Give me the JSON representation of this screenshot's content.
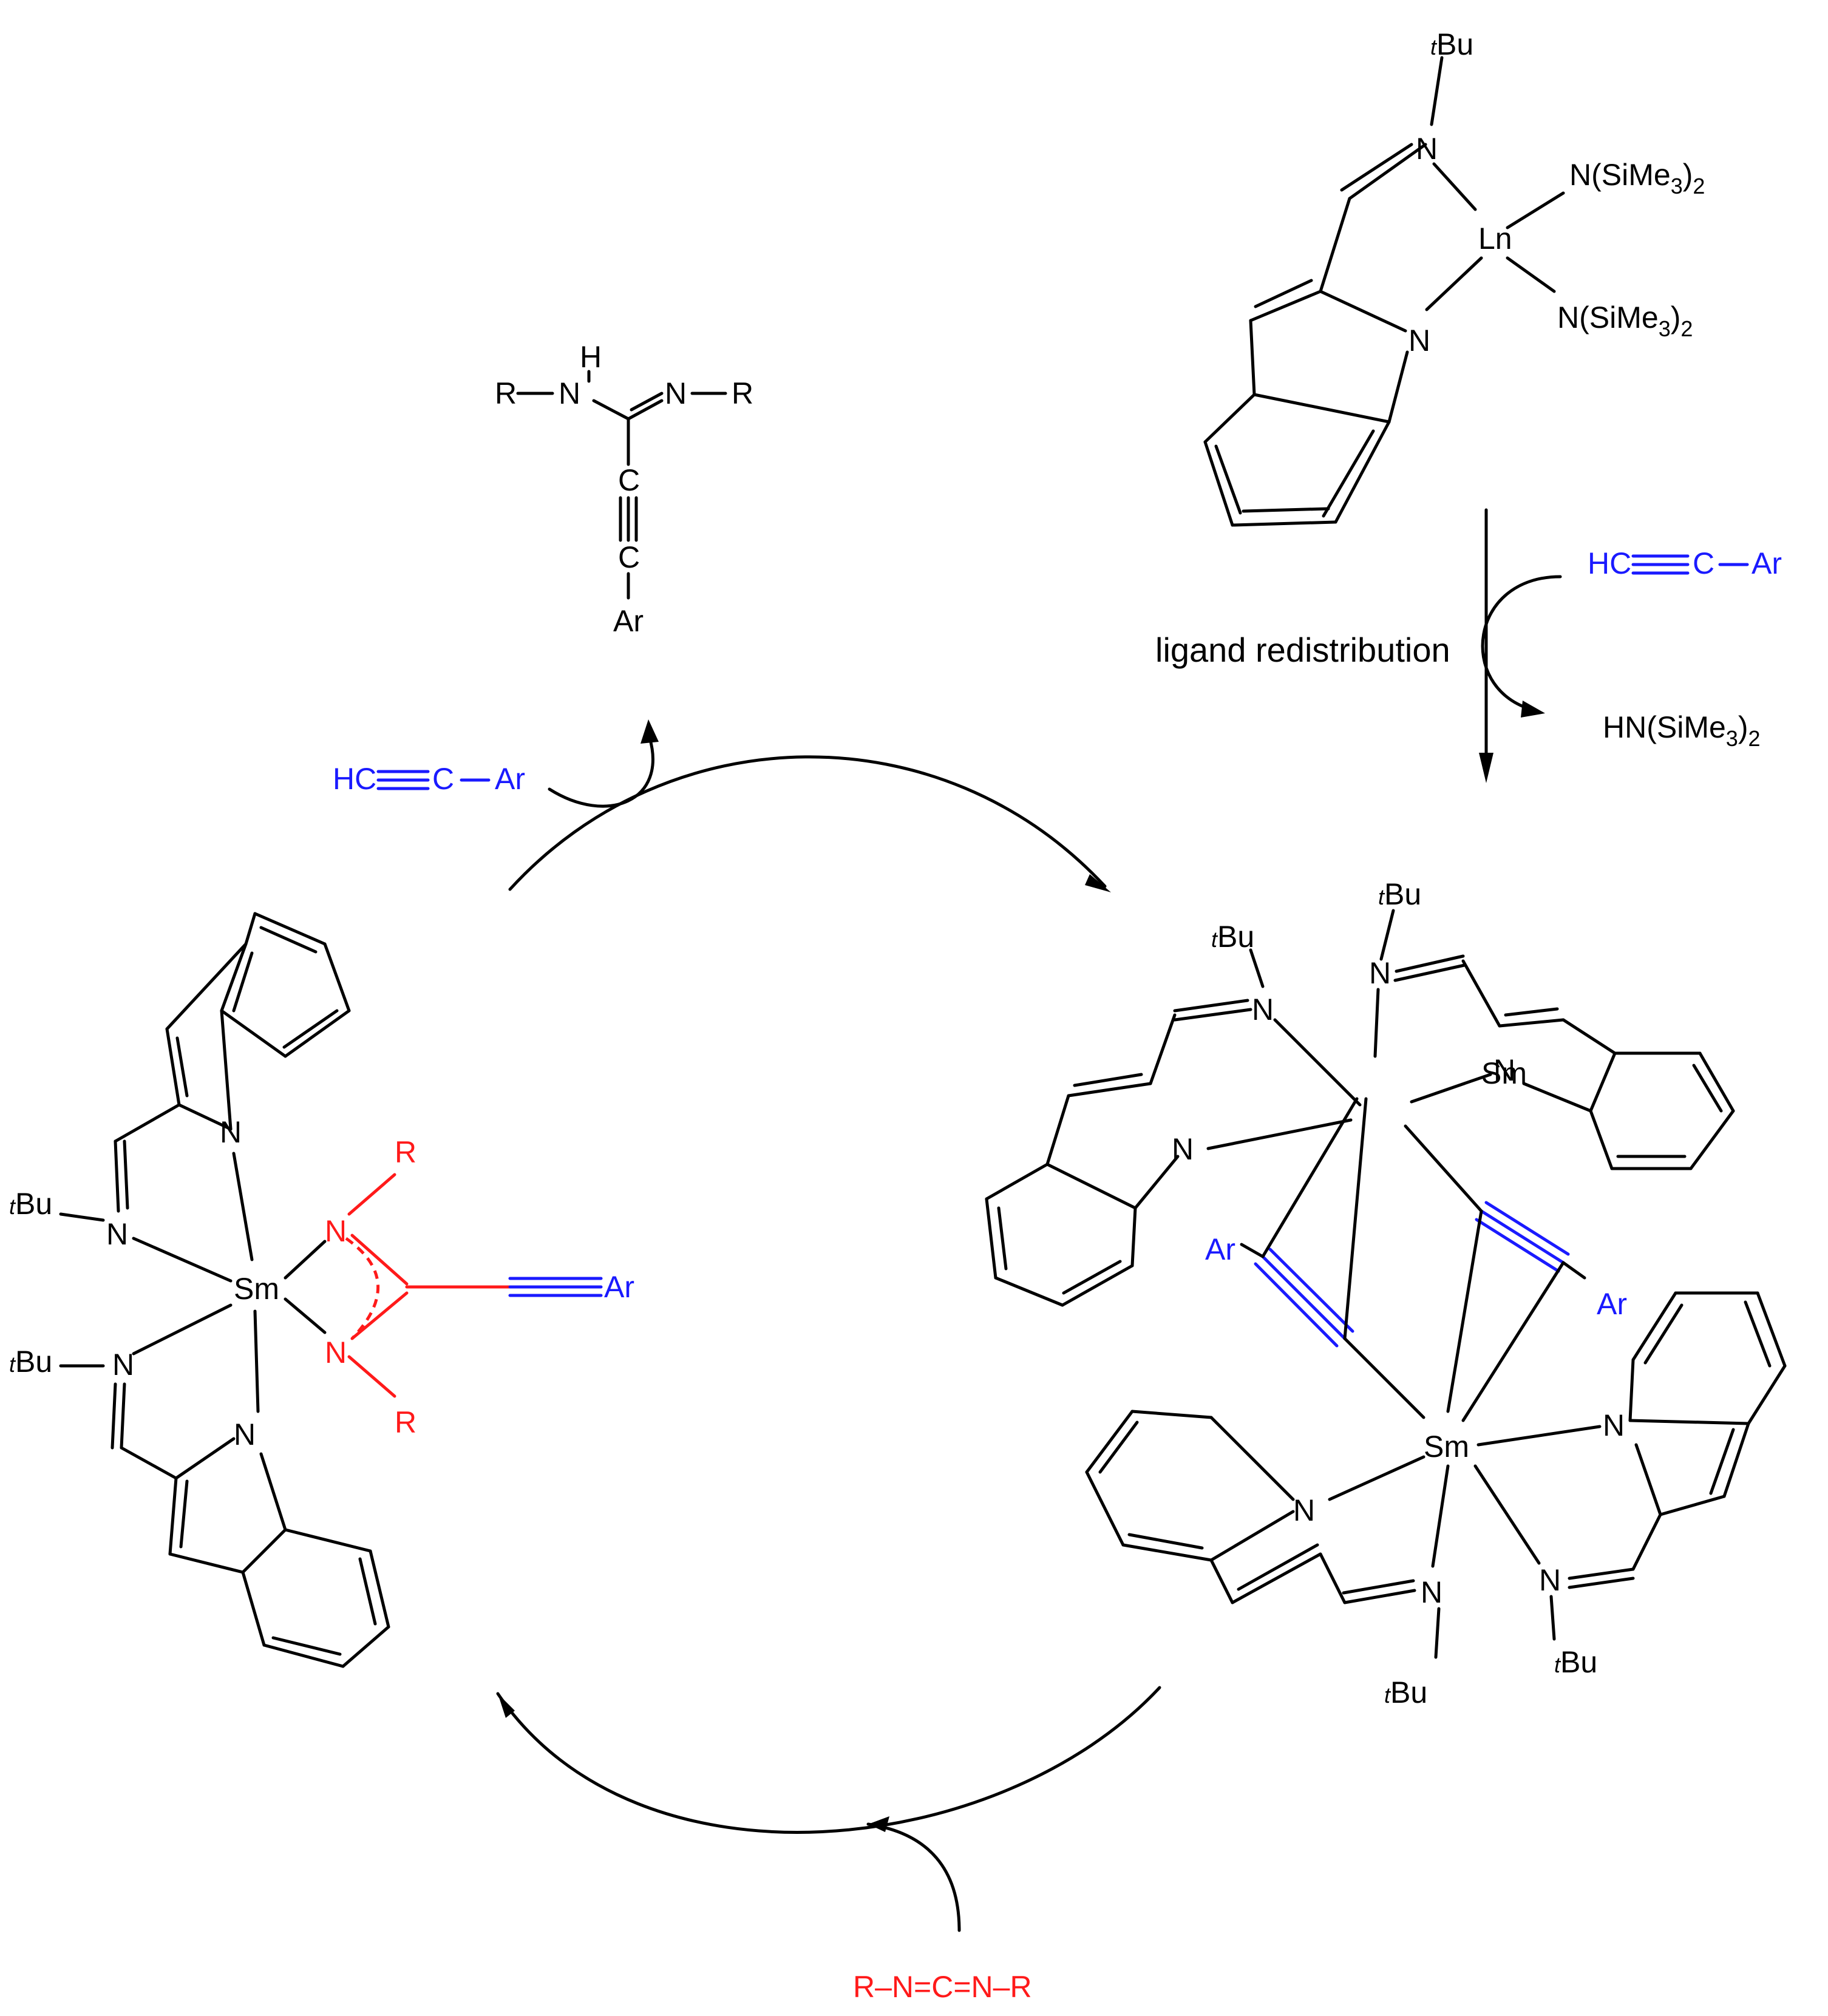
{
  "colors": {
    "black": "#000000",
    "red": "#ff1a1a",
    "blue": "#1a1aff"
  },
  "labels": {
    "N": "N",
    "Ln": "Ln",
    "Sm": "Sm",
    "C": "C",
    "H": "H",
    "R": "R",
    "Ar": "Ar",
    "Bu": "Bu",
    "t": "t",
    "HC": "HC",
    "NSiMe3": "N(SiMe",
    "HNSiMe3": "HN(SiMe",
    "close2": ")",
    "s3": "3",
    "s2": "2",
    "ligand_redistribution": "ligand redistribution",
    "carbodiimide": "R–N=C=N–R"
  }
}
